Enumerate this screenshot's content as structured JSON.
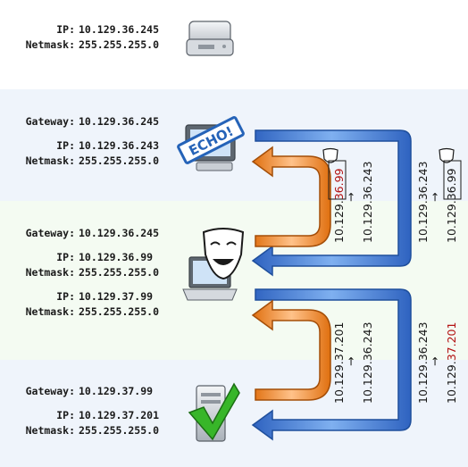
{
  "hosts": [
    {
      "ip_label": "IP:",
      "ip": "10.129.36.245",
      "netmask_label": "Netmask:",
      "netmask": "255.255.255.0"
    },
    {
      "gateway_label": "Gateway:",
      "gateway": "10.129.36.245",
      "ip_label": "IP:",
      "ip": "10.129.36.243",
      "netmask_label": "Netmask:",
      "netmask": "255.255.255.0",
      "badge": "ECHO!"
    },
    {
      "gateway_label": "Gateway:",
      "gateway": "10.129.36.245",
      "ip_label": "IP:",
      "ip": "10.129.36.99",
      "netmask_label": "Netmask:",
      "netmask": "255.255.255.0",
      "ip2_label": "IP:",
      "ip2": "10.129.37.99",
      "netmask2_label": "Netmask:",
      "netmask2": "255.255.255.0"
    },
    {
      "gateway_label": "Gateway:",
      "gateway": "10.129.37.99",
      "ip_label": "IP:",
      "ip": "10.129.37.201",
      "netmask_label": "Netmask:",
      "netmask": "255.255.255.0"
    }
  ],
  "packets": {
    "upper_request": {
      "src_prefix": "10.129.",
      "src_highlight": "36.99",
      "arrow": "→",
      "dst": "10.129.36.243"
    },
    "upper_reply": {
      "src": "10.129.36.243",
      "arrow": "→",
      "dst_prefix": "10.129.",
      "dst_highlight": "36.99"
    },
    "lower_request": {
      "src": "10.129.37.201",
      "arrow": "→",
      "dst": "10.129.36.243"
    },
    "lower_reply": {
      "src": "10.129.36.243",
      "arrow": "→",
      "dst_prefix": "10.129.",
      "dst_highlight": "37.201"
    }
  },
  "colors": {
    "orange": "#f08a24",
    "blue": "#3b78d8",
    "highlight": "#b31212"
  }
}
